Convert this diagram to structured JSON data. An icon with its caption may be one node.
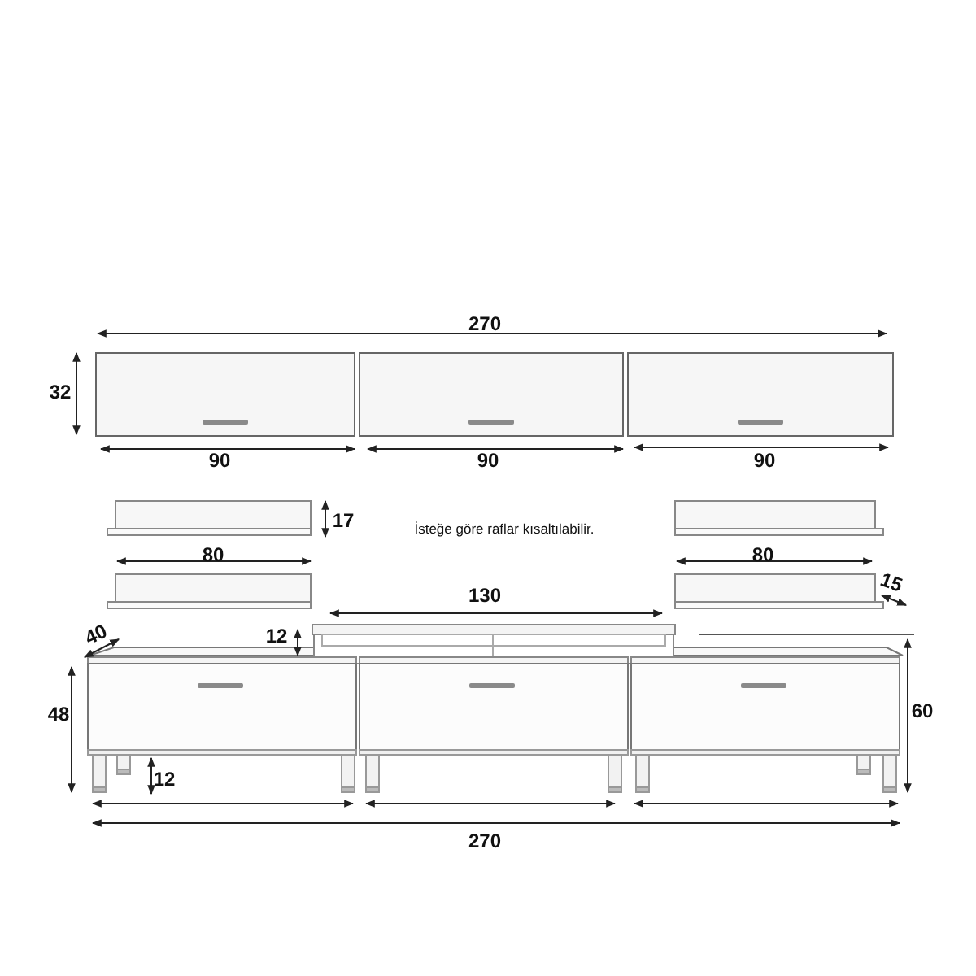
{
  "diagram": {
    "labels": [
      "270",
      "32",
      "90",
      "90",
      "90",
      "17",
      "İsteğe göre raflar kısaltılabilir.",
      "80",
      "80",
      "15",
      "130",
      "40",
      "12",
      "48",
      "60",
      "12",
      "270"
    ]
  }
}
